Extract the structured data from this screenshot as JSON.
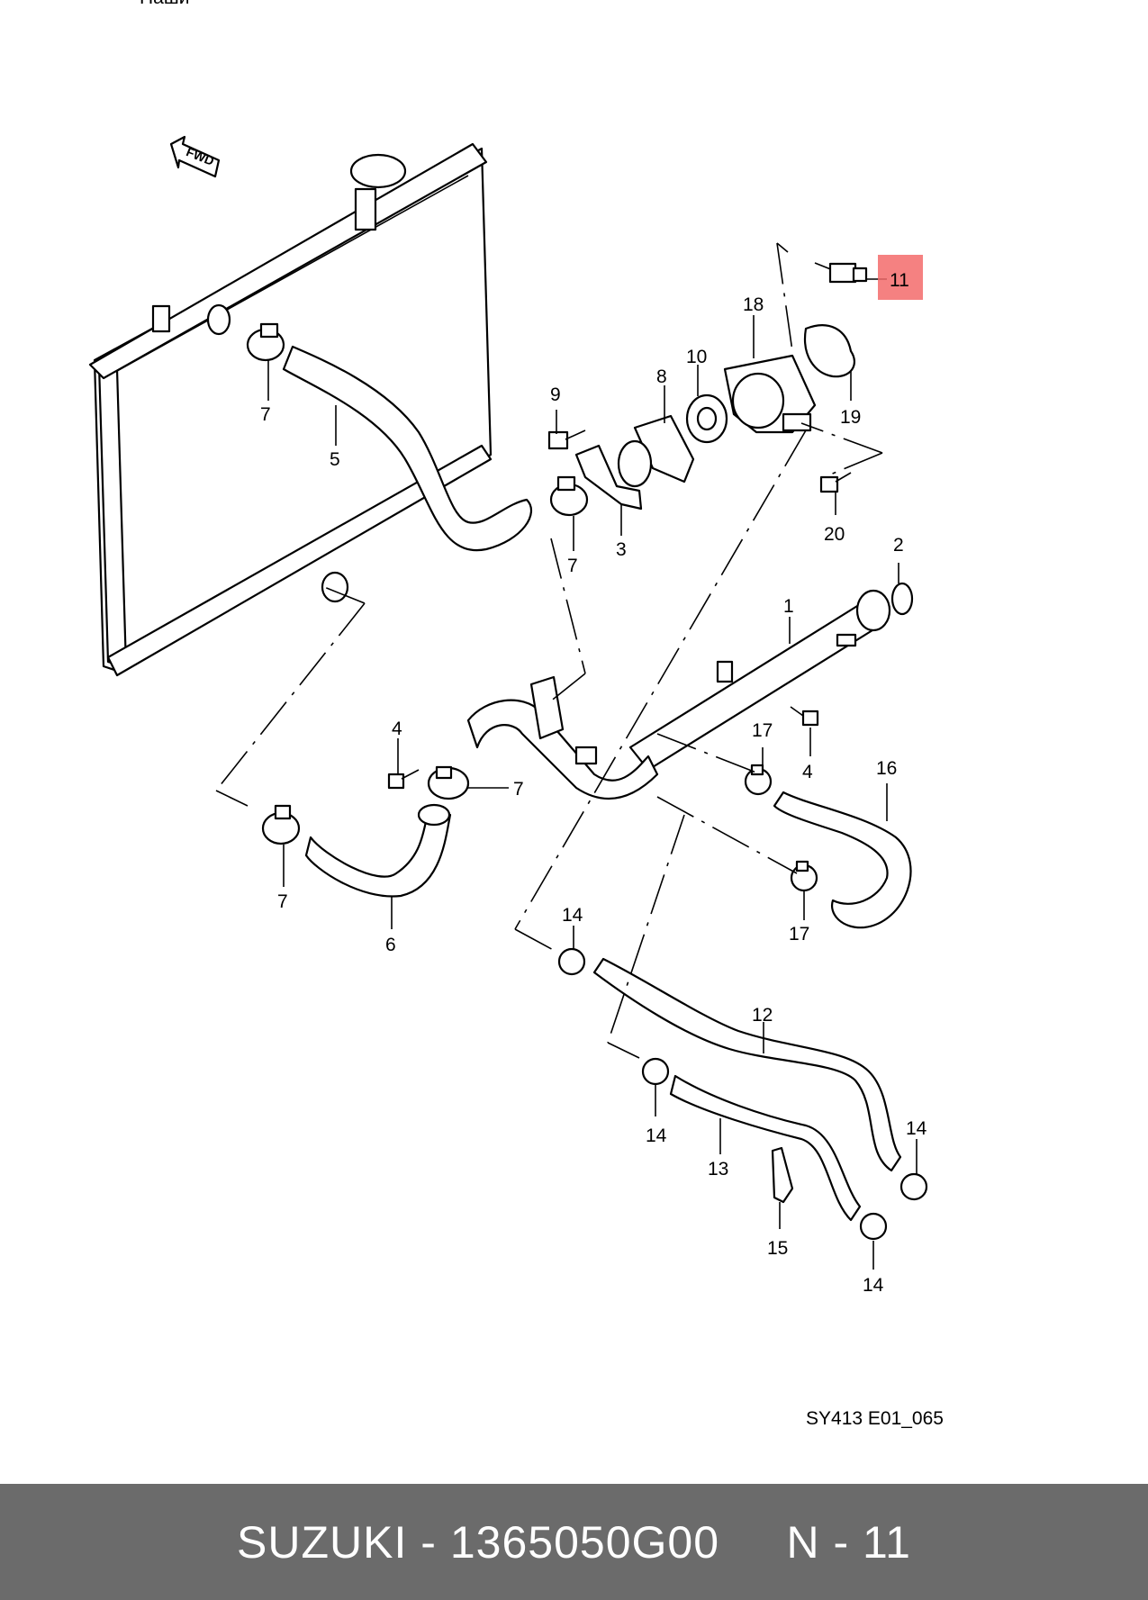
{
  "top_text": "Наши",
  "fwd_label": "FWD",
  "diagram_code": "SY413 E01_065",
  "highlight_color": "#f36b6b",
  "callouts": [
    {
      "id": "c1",
      "text": "1"
    },
    {
      "id": "c2",
      "text": "2"
    },
    {
      "id": "c3",
      "text": "3"
    },
    {
      "id": "c4a",
      "text": "4"
    },
    {
      "id": "c4b",
      "text": "4"
    },
    {
      "id": "c5",
      "text": "5"
    },
    {
      "id": "c6",
      "text": "6"
    },
    {
      "id": "c7a",
      "text": "7"
    },
    {
      "id": "c7b",
      "text": "7"
    },
    {
      "id": "c7c",
      "text": "7"
    },
    {
      "id": "c7d",
      "text": "7"
    },
    {
      "id": "c8",
      "text": "8"
    },
    {
      "id": "c9",
      "text": "9"
    },
    {
      "id": "c10",
      "text": "10"
    },
    {
      "id": "c11",
      "text": "11"
    },
    {
      "id": "c12",
      "text": "12"
    },
    {
      "id": "c13",
      "text": "13"
    },
    {
      "id": "c14a",
      "text": "14"
    },
    {
      "id": "c14b",
      "text": "14"
    },
    {
      "id": "c14c",
      "text": "14"
    },
    {
      "id": "c14d",
      "text": "14"
    },
    {
      "id": "c15",
      "text": "15"
    },
    {
      "id": "c16",
      "text": "16"
    },
    {
      "id": "c17a",
      "text": "17"
    },
    {
      "id": "c17b",
      "text": "17"
    },
    {
      "id": "c18",
      "text": "18"
    },
    {
      "id": "c19",
      "text": "19"
    },
    {
      "id": "c20",
      "text": "20"
    }
  ],
  "footer": {
    "brand": "SUZUKI",
    "separator": " - ",
    "part_number": "1365050G00",
    "gap": "     ",
    "ref": "N - 11"
  }
}
